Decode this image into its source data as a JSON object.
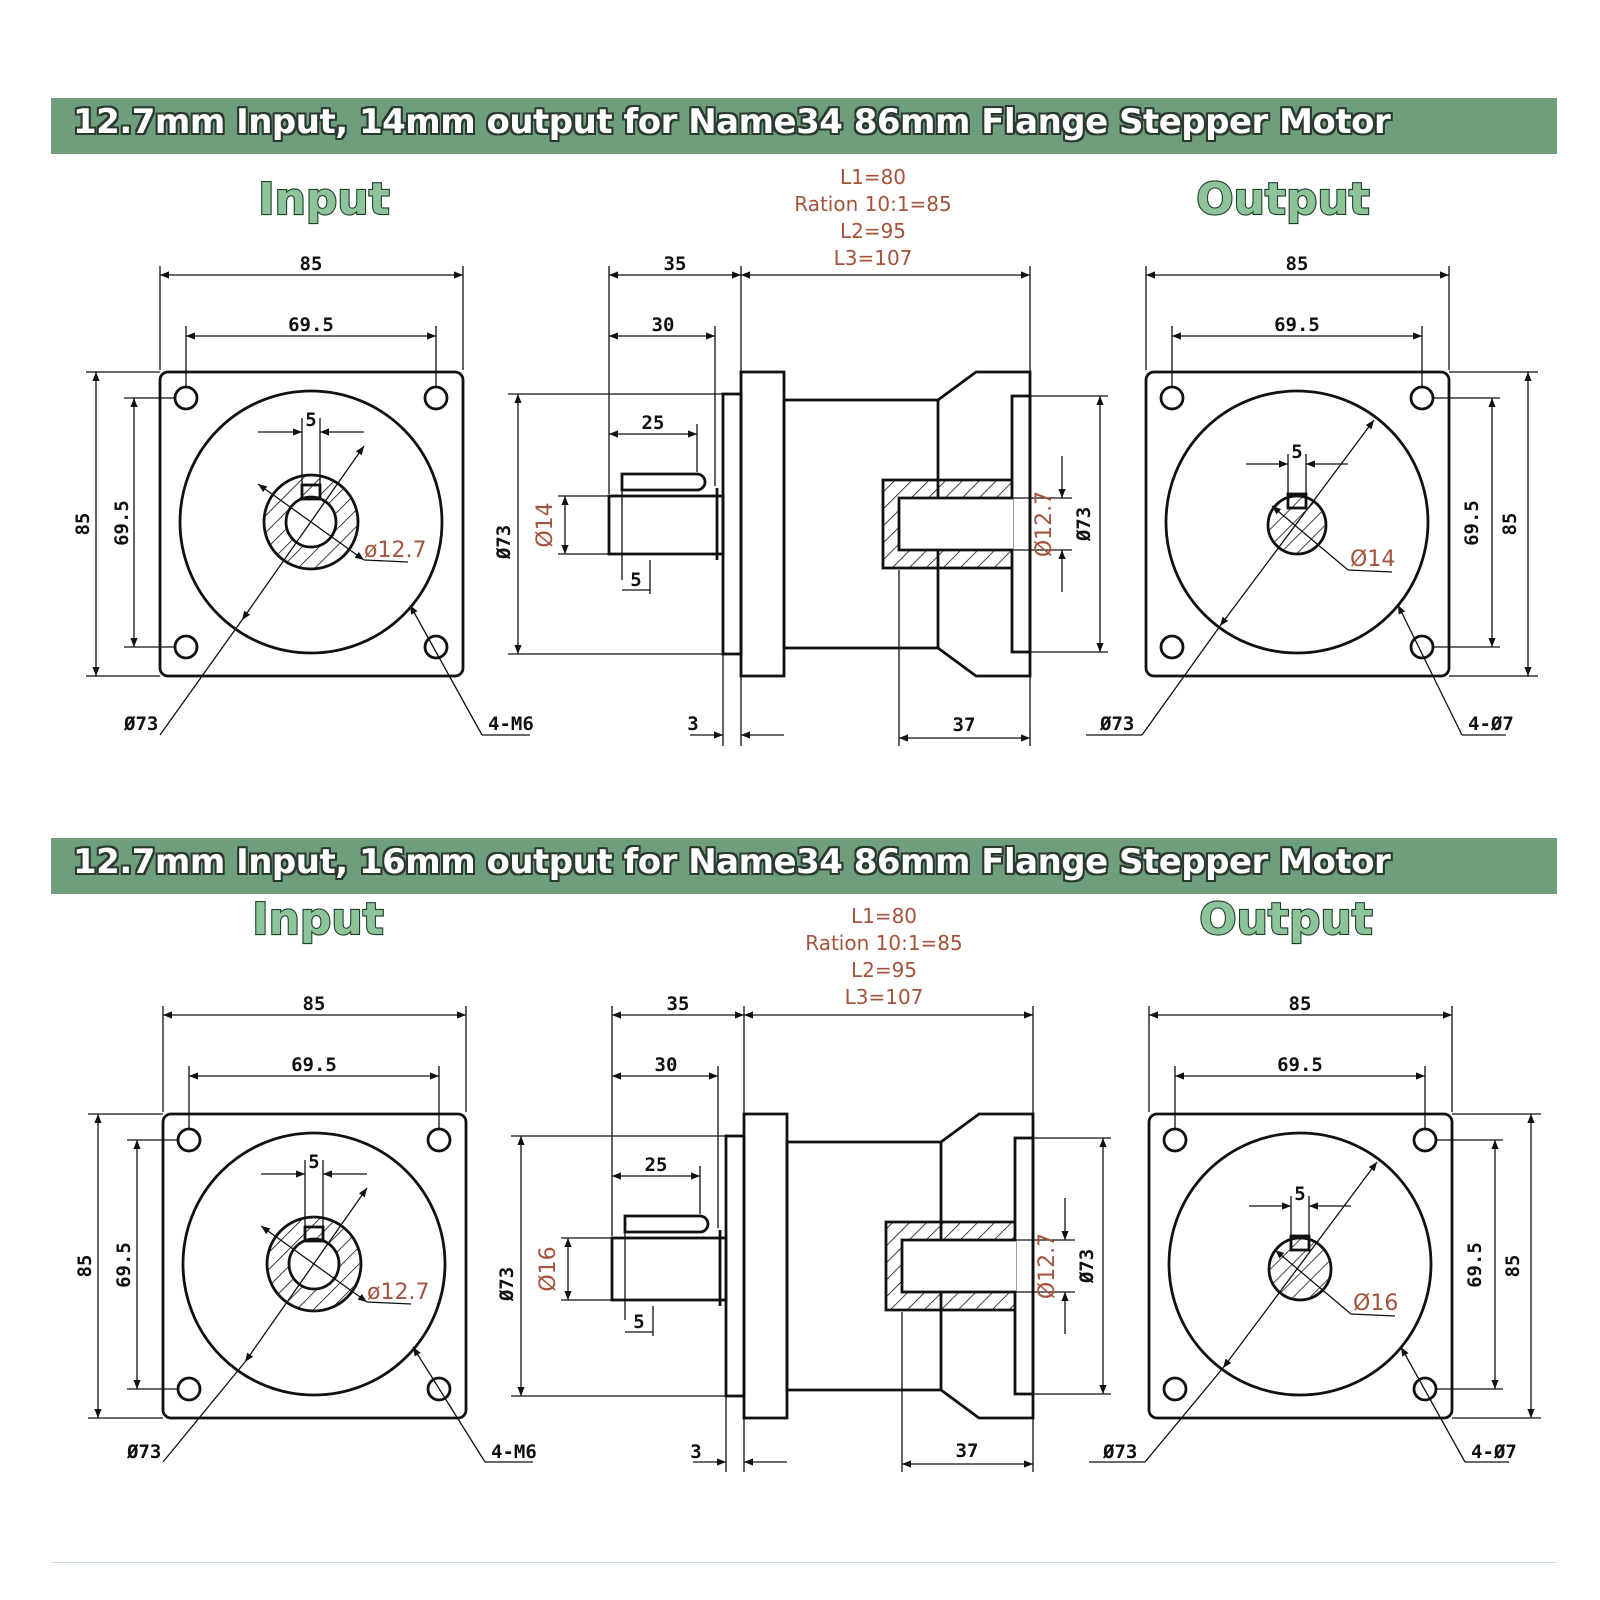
{
  "panels": [
    {
      "banner": "12.7mm Input, 14mm output for Name34 86mm Flange Stepper Motor",
      "specs": [
        "L1=80",
        "Ration 10:1=85",
        "L2=95",
        "L3=107"
      ],
      "input": {
        "title": "Input",
        "dim_width": "85",
        "dim_hole_spacing": "69.5",
        "dim_height": "85",
        "dim_hole_spacing_v": "69.5",
        "dim_key": "5",
        "dim_bore": "ø12.7",
        "dim_pilot": "Ø73",
        "dim_holes": "4-M6"
      },
      "side": {
        "dim_35": "35",
        "dim_30": "30",
        "dim_25": "25",
        "dim_shaft": "Ø14",
        "dim_key": "5",
        "dim_pilot": "Ø73",
        "dim_bore": "Ø12.7",
        "dim_pilot_r": "Ø73",
        "dim_3": "3",
        "dim_37": "37"
      },
      "output": {
        "title": "Output",
        "dim_width": "85",
        "dim_hole_spacing": "69.5",
        "dim_height": "85",
        "dim_hole_spacing_v": "69.5",
        "dim_key": "5",
        "dim_shaft": "Ø14",
        "dim_pilot": "Ø73",
        "dim_holes": "4-Ø7"
      }
    },
    {
      "banner": "12.7mm Input, 16mm output for Name34 86mm Flange Stepper Motor",
      "specs": [
        "L1=80",
        "Ration 10:1=85",
        "L2=95",
        "L3=107"
      ],
      "input": {
        "title": "Input",
        "dim_width": "85",
        "dim_hole_spacing": "69.5",
        "dim_height": "85",
        "dim_hole_spacing_v": "69.5",
        "dim_key": "5",
        "dim_bore": "ø12.7",
        "dim_pilot": "Ø73",
        "dim_holes": "4-M6"
      },
      "side": {
        "dim_35": "35",
        "dim_30": "30",
        "dim_25": "25",
        "dim_shaft": "Ø16",
        "dim_key": "5",
        "dim_pilot": "Ø73",
        "dim_bore": "Ø12.7",
        "dim_pilot_r": "Ø73",
        "dim_3": "3",
        "dim_37": "37"
      },
      "output": {
        "title": "Output",
        "dim_width": "85",
        "dim_hole_spacing": "69.5",
        "dim_height": "85",
        "dim_hole_spacing_v": "69.5",
        "dim_key": "5",
        "dim_shaft": "Ø16",
        "dim_pilot": "Ø73",
        "dim_holes": "4-Ø7"
      }
    }
  ]
}
